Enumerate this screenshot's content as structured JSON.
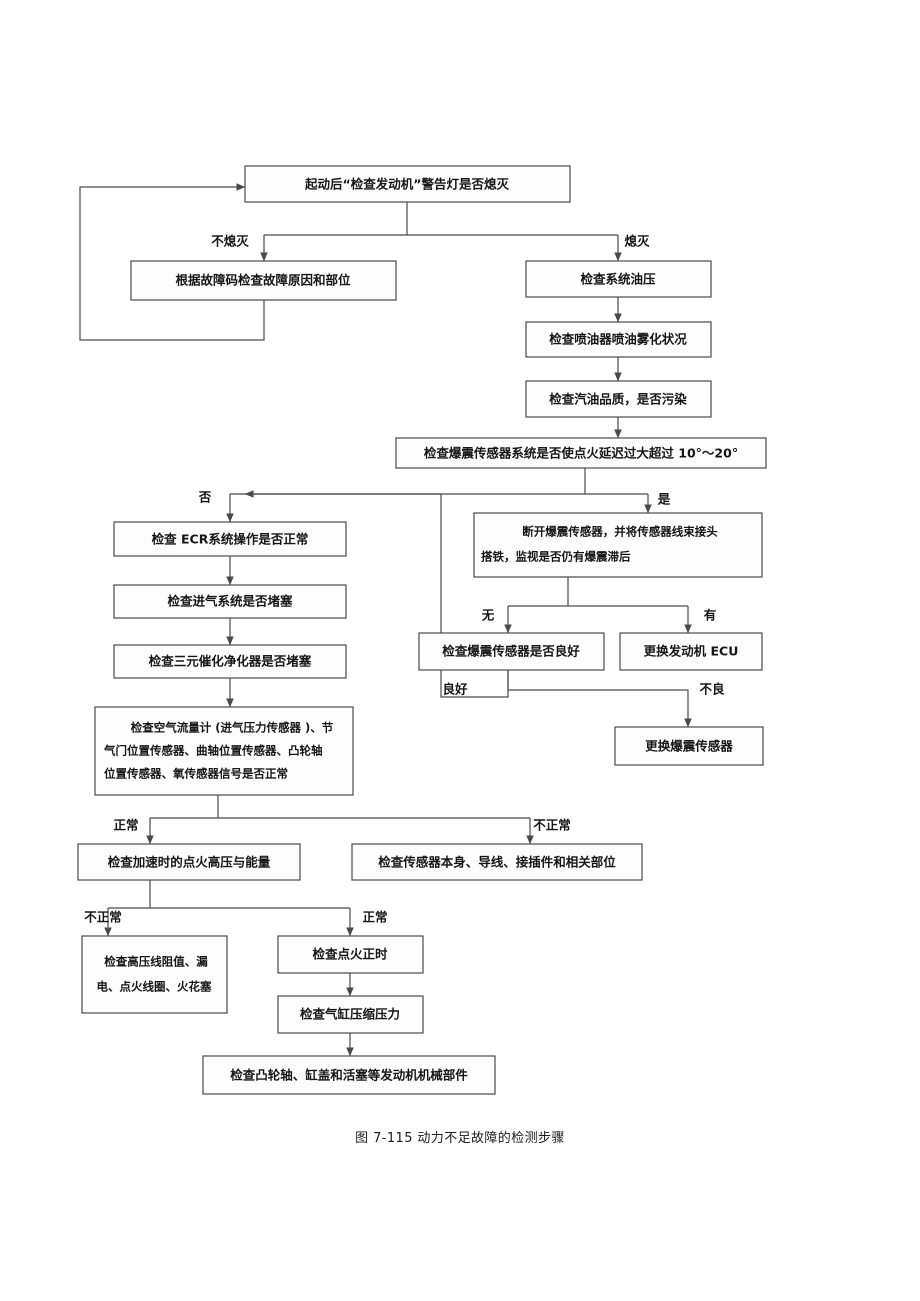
{
  "figure": {
    "caption": "图 7-115 动力不足故障的检测步骤"
  },
  "nodes": {
    "start": "起动后“检查发动机”警告灯是否熄灭",
    "dtc_check": "根据故障码检查故障原因和部位",
    "system_oil_pressure": "检查系统油压",
    "injector_atomization": "检查喷油器喷油雾化状况",
    "fuel_quality": "检查汽油品质，是否污染",
    "knock_sensor_system": "检查爆震传感器系统是否使点火延迟过大超过 10°～20°",
    "ecr_system": "检查 ECR系统操作是否正常",
    "intake_system": "检查进气系统是否堵塞",
    "catalytic_converter": "检查三元催化净化器是否堵塞",
    "sensor_signals_line1": "检查空气流量计 (进气压力传感器 )、节",
    "sensor_signals_line2": "气门位置传感器、曲轴位置传感器、凸轮轴",
    "sensor_signals_line3": "位置传感器、氧传感器信号是否正常",
    "disconnect_knock_line1": "断开爆震传感器，并将传感器线束接头",
    "disconnect_knock_line2": "搭铁，监视是否仍有爆震滞后",
    "knock_sensor_good": "检查爆震传感器是否良好",
    "replace_ecu": "更换发动机 ECU",
    "replace_knock_sensor": "更换爆震传感器",
    "ignition_hv_energy": "检查加速时的点火高压与能量",
    "sensor_wiring": "检查传感器本身、导线、接插件和相关部位",
    "hv_line_line1": "检查高压线阻值、漏",
    "hv_line_line2": "电、点火线圈、火花塞",
    "ignition_timing": "检查点火正时",
    "cylinder_compression": "检查气缸压缩压力",
    "mechanical_parts": "检查凸轮轴、缸盖和活塞等发动机机械部件"
  },
  "edge_labels": {
    "not_extinguished": "不熄灭",
    "extinguished": "熄灭",
    "no": "否",
    "yes": "是",
    "none": "无",
    "has": "有",
    "good": "良好",
    "bad": "不良",
    "normal_sensor": "正常",
    "abnormal_sensor": "不正常",
    "normal_ignition": "正常",
    "abnormal_ignition": "不正常"
  },
  "colors": {
    "line": "#4a4a4a",
    "box_fill": "#fdfdfd",
    "text": "#161616",
    "background": "#ffffff"
  }
}
